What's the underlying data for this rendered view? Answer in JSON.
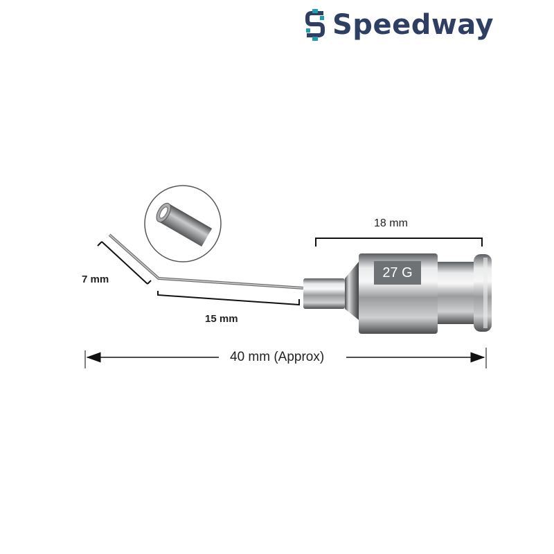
{
  "brand": {
    "name": "Speedway",
    "logo_icon": "speedway-s-icon",
    "color_text": "#2f3f63",
    "color_accent": "#1e9fb0"
  },
  "diagram": {
    "gauge_label": "27 G",
    "dimensions": {
      "hub_length": "18 mm",
      "bent_tip": "7 mm",
      "shaft_length": "15 mm",
      "overall_length": "40 mm (Approx)"
    }
  }
}
